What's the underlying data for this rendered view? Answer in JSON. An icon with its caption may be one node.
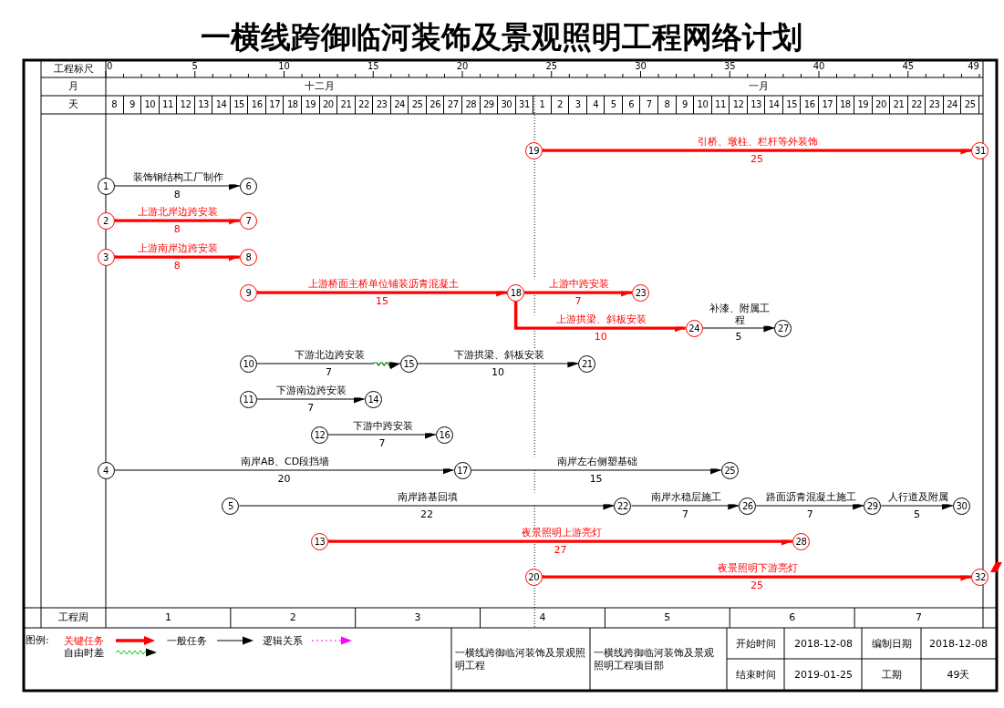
{
  "diagram": {
    "title": "一横线跨御临河装饰及景观照明工程网络计划",
    "nodes": [
      {
        "text": [
          "1"
        ]
      },
      {
        "text": [
          "2"
        ]
      },
      {
        "text": [
          "3"
        ]
      },
      {
        "text": [
          "4"
        ]
      },
      {
        "text": [
          "5"
        ]
      },
      {
        "text": [
          "6"
        ]
      },
      {
        "text": [
          "7"
        ]
      },
      {
        "text": [
          "8"
        ]
      },
      {
        "text": [
          "9"
        ]
      },
      {
        "text": [
          "10"
        ]
      },
      {
        "text": [
          "11"
        ]
      },
      {
        "text": [
          "12"
        ]
      },
      {
        "text": [
          "13"
        ]
      },
      {
        "text": [
          "14"
        ]
      },
      {
        "text": [
          "15"
        ]
      },
      {
        "text": [
          "16"
        ]
      },
      {
        "text": [
          "17"
        ]
      },
      {
        "text": [
          "18"
        ]
      },
      {
        "text": [
          "19"
        ]
      },
      {
        "text": [
          "20"
        ]
      },
      {
        "text": [
          "21"
        ]
      },
      {
        "text": [
          "22"
        ]
      },
      {
        "text": [
          "23"
        ]
      },
      {
        "text": [
          "24"
        ]
      },
      {
        "text": [
          "25"
        ]
      },
      {
        "text": [
          "26"
        ]
      },
      {
        "text": [
          "27"
        ]
      },
      {
        "text": [
          "28"
        ]
      },
      {
        "text": [
          "29"
        ]
      },
      {
        "text": [
          "30"
        ]
      },
      {
        "text": [
          "31"
        ]
      },
      {
        "text": [
          "32"
        ]
      }
    ],
    "edges": [
      {
        "from": 0,
        "to": 5,
        "arrow": "to",
        "label": "装饰钢结构工厂制作"
      },
      {
        "from": 1,
        "to": 6,
        "arrow": "to",
        "label": "上游北岸边跨安装",
        "style": "thick",
        "color": "#ff0000"
      },
      {
        "from": 2,
        "to": 7,
        "arrow": "to",
        "label": "上游南岸边跨安装",
        "style": "thick",
        "color": "#ff0000"
      },
      {
        "from": 18,
        "to": 30,
        "arrow": "to",
        "label": "引桥、墩柱、栏杆等外装饰",
        "style": "thick",
        "color": "#ff0000"
      },
      {
        "from": 8,
        "to": 17,
        "arrow": "to",
        "label": "上游桥面主桥单位铺装沥青混凝土",
        "style": "thick",
        "color": "#ff0000"
      },
      {
        "from": 17,
        "to": 22,
        "arrow": "to",
        "label": "上游中跨安装",
        "style": "thick",
        "color": "#ff0000"
      },
      {
        "from": 17,
        "to": 23,
        "arrow": "to",
        "label": "上游拱梁、斜板安装",
        "style": "thick",
        "color": "#ff0000"
      },
      {
        "from": 23,
        "to": 26,
        "arrow": "to",
        "label": "补漆、附属工程"
      },
      {
        "from": 9,
        "to": 14,
        "arrow": "to",
        "label": "下游北边跨安装"
      },
      {
        "from": 14,
        "to": 20,
        "arrow": "to",
        "label": "下游拱梁、斜板安装"
      },
      {
        "from": 10,
        "to": 13,
        "arrow": "to",
        "label": "下游南边跨安装"
      },
      {
        "from": 11,
        "to": 15,
        "arrow": "to",
        "label": "下游中跨安装"
      },
      {
        "from": 3,
        "to": 16,
        "arrow": "to",
        "label": "南岸AB、CD段挡墙"
      },
      {
        "from": 16,
        "to": 24,
        "arrow": "to",
        "label": "南岸左右侧塑基础"
      },
      {
        "from": 4,
        "to": 21,
        "arrow": "to",
        "label": "南岸路基回填"
      },
      {
        "from": 21,
        "to": 25,
        "arrow": "to",
        "label": "南岸水稳层施工"
      },
      {
        "from": 25,
        "to": 28,
        "arrow": "to",
        "label": "路面沥青混凝土施工"
      },
      {
        "from": 28,
        "to": 29,
        "arrow": "to",
        "label": "人行道及附属"
      },
      {
        "from": 12,
        "to": 27,
        "arrow": "to",
        "label": "夜景照明上游亮灯",
        "style": "thick",
        "color": "#ff0000"
      },
      {
        "from": 19,
        "to": 31,
        "arrow": "to",
        "label": "夜景照明下游亮灯",
        "style": "thick",
        "color": "#ff0000"
      }
    ],
    "labels": [
      "工程标尺",
      "月",
      "天",
      "0",
      "5",
      "10",
      "15",
      "20",
      "25",
      "30",
      "35",
      "40",
      "45",
      "49",
      "十二月",
      "一月",
      "8",
      "9",
      "10",
      "11",
      "12",
      "13",
      "14",
      "15",
      "16",
      "17",
      "18",
      "19",
      "20",
      "21",
      "22",
      "23",
      "24",
      "25",
      "26",
      "27",
      "28",
      "29",
      "30",
      "31",
      "1",
      "2",
      "3",
      "4",
      "5",
      "6",
      "7",
      "8",
      "9",
      "10",
      "11",
      "12",
      "13",
      "14",
      "15",
      "16",
      "17",
      "18",
      "19",
      "20",
      "21",
      "22",
      "23",
      "24",
      "25",
      "8",
      "8",
      "8",
      "25",
      "15",
      "7",
      "10",
      "5",
      "7",
      "10",
      "7",
      "7",
      "20",
      "15",
      "22",
      "7",
      "7",
      "5",
      "27",
      "25",
      "工程周",
      "1",
      "2",
      "3",
      "4",
      "5",
      "6",
      "7",
      "图例:",
      "一横线跨御临河装饰及景观照明工程",
      "一横线跨御临河装饰及景观照明工程项目部",
      "开始时间",
      "2018-12-08",
      "编制日期",
      "2018-12-08",
      "结束时间",
      "2019-01-25",
      "工期",
      "49天"
    ],
    "legend": [
      {
        "text": "关键任务"
      },
      {
        "text": "一般任务"
      },
      {
        "text": "逻辑关系"
      },
      {
        "text": "自由时差"
      }
    ]
  }
}
